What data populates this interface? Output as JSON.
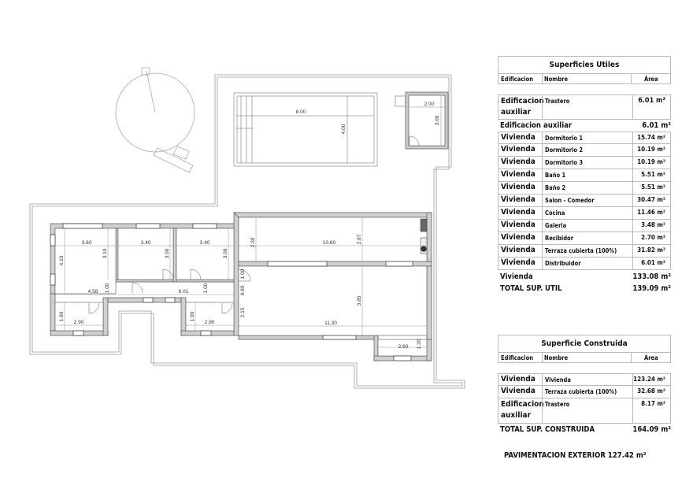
{
  "plan": {
    "pool": {
      "length": "8.00",
      "width": "4.00"
    },
    "storage": {
      "width": "2.00",
      "depth": "3.00"
    },
    "rooms": {
      "dorm1": {
        "width": "3.60",
        "depth": "4.10",
        "inner": "3.10"
      },
      "dorm2": {
        "width": "3.40",
        "depth": "3.00"
      },
      "dorm3": {
        "width": "3.40",
        "depth": "3.00"
      },
      "bath1": {
        "width": "2.90",
        "depth": "1.90"
      },
      "bath2": {
        "width": "2.90",
        "depth": "1.90"
      },
      "hall1": {
        "length": "4.58",
        "width": "1.00"
      },
      "hall2": {
        "length": "6.01",
        "width": "1.00"
      },
      "terrace": {
        "length": "10.60",
        "depth": "2.87",
        "side": "2.30"
      },
      "living": {
        "length": "11.30",
        "depth": "3.85"
      },
      "entry": {
        "a": "1.00",
        "b": "0.80",
        "c": "2.15"
      },
      "gallery": {
        "width": "2.90",
        "depth": "1.20"
      }
    }
  },
  "utiles": {
    "title": "Superficies Utiles",
    "headers": [
      "Edificacion",
      "Nombre",
      "Área"
    ],
    "aux_rows": [
      {
        "edif": "Edificacion auxiliar",
        "nombre": "Trastero",
        "area": "6.01 m²"
      }
    ],
    "aux_subtotal": {
      "label": "Edificacion auxiliar",
      "value": "6.01 m²"
    },
    "viv_rows": [
      {
        "edif": "Vivienda",
        "nombre": "Dormitorio 1",
        "area": "15.74 m²"
      },
      {
        "edif": "Vivienda",
        "nombre": "Dormitorio 2",
        "area": "10.19 m²"
      },
      {
        "edif": "Vivienda",
        "nombre": "Dormitorio 3",
        "area": "10.19 m²"
      },
      {
        "edif": "Vivienda",
        "nombre": "Baño 1",
        "area": "5.51 m²"
      },
      {
        "edif": "Vivienda",
        "nombre": "Baño 2",
        "area": "5.51 m²"
      },
      {
        "edif": "Vivienda",
        "nombre": "Salon - Comedor",
        "area": "30.47 m²"
      },
      {
        "edif": "Vivienda",
        "nombre": "Cocina",
        "area": "11.46 m²"
      },
      {
        "edif": "Vivienda",
        "nombre": "Galeria",
        "area": "3.48 m²"
      },
      {
        "edif": "Vivienda",
        "nombre": "Recibidor",
        "area": "2.70 m²"
      },
      {
        "edif": "Vivienda",
        "nombre": "Terraza cubierta (100%)",
        "area": "31.82 m²"
      },
      {
        "edif": "Vivienda",
        "nombre": "Distribuidor",
        "area": "6.01 m²"
      }
    ],
    "viv_subtotal": {
      "label": "Vivienda",
      "value": "133.08 m²"
    },
    "total": {
      "label": "TOTAL SUP. UTIL",
      "value": "139.09 m²"
    }
  },
  "construida": {
    "title": "Superficie Construida",
    "headers": [
      "Edificacion",
      "Nombre",
      "Área"
    ],
    "rows": [
      {
        "edif": "Vivienda",
        "nombre": "Vivienda",
        "area": "123.24 m²"
      },
      {
        "edif": "Vivienda",
        "nombre": "Terraza cubierta (100%)",
        "area": "32.68 m²"
      },
      {
        "edif": "Edificacion auxiliar",
        "nombre": "Trastero",
        "area": "8.17 m²"
      }
    ],
    "total": {
      "label": "TOTAL SUP. CONSTRUIDA",
      "value": "164.09 m²"
    }
  },
  "pavimentacion": "PAVIMENTACION EXTERIOR 127.42 m²"
}
